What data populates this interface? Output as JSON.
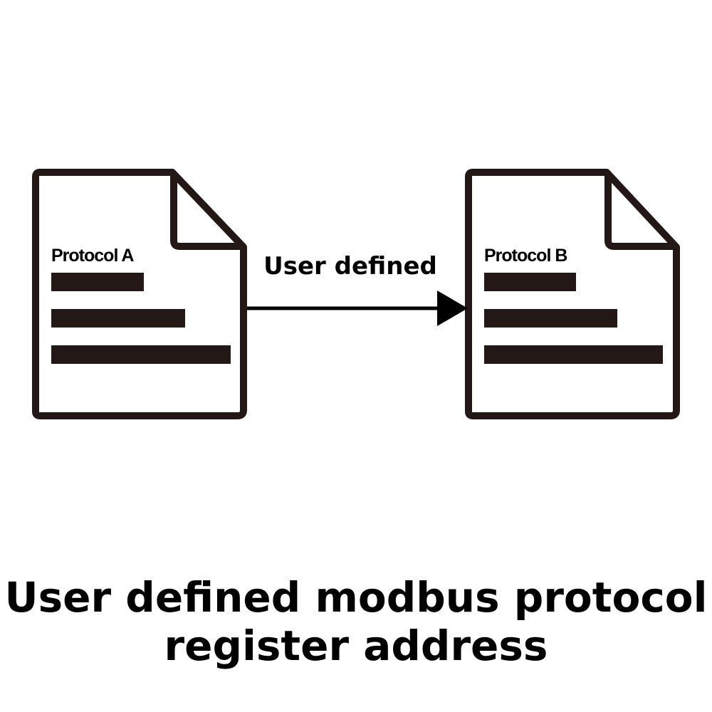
{
  "colors": {
    "outline": "#231815",
    "text": "#000000",
    "background": "#ffffff"
  },
  "documents": {
    "source": {
      "label": "Protocol A",
      "icon": "document-icon"
    },
    "target": {
      "label": "Protocol B",
      "icon": "document-icon"
    }
  },
  "edge": {
    "label": "User defined"
  },
  "caption": {
    "line1": "User defined modbus protocol",
    "line2": "register address"
  }
}
